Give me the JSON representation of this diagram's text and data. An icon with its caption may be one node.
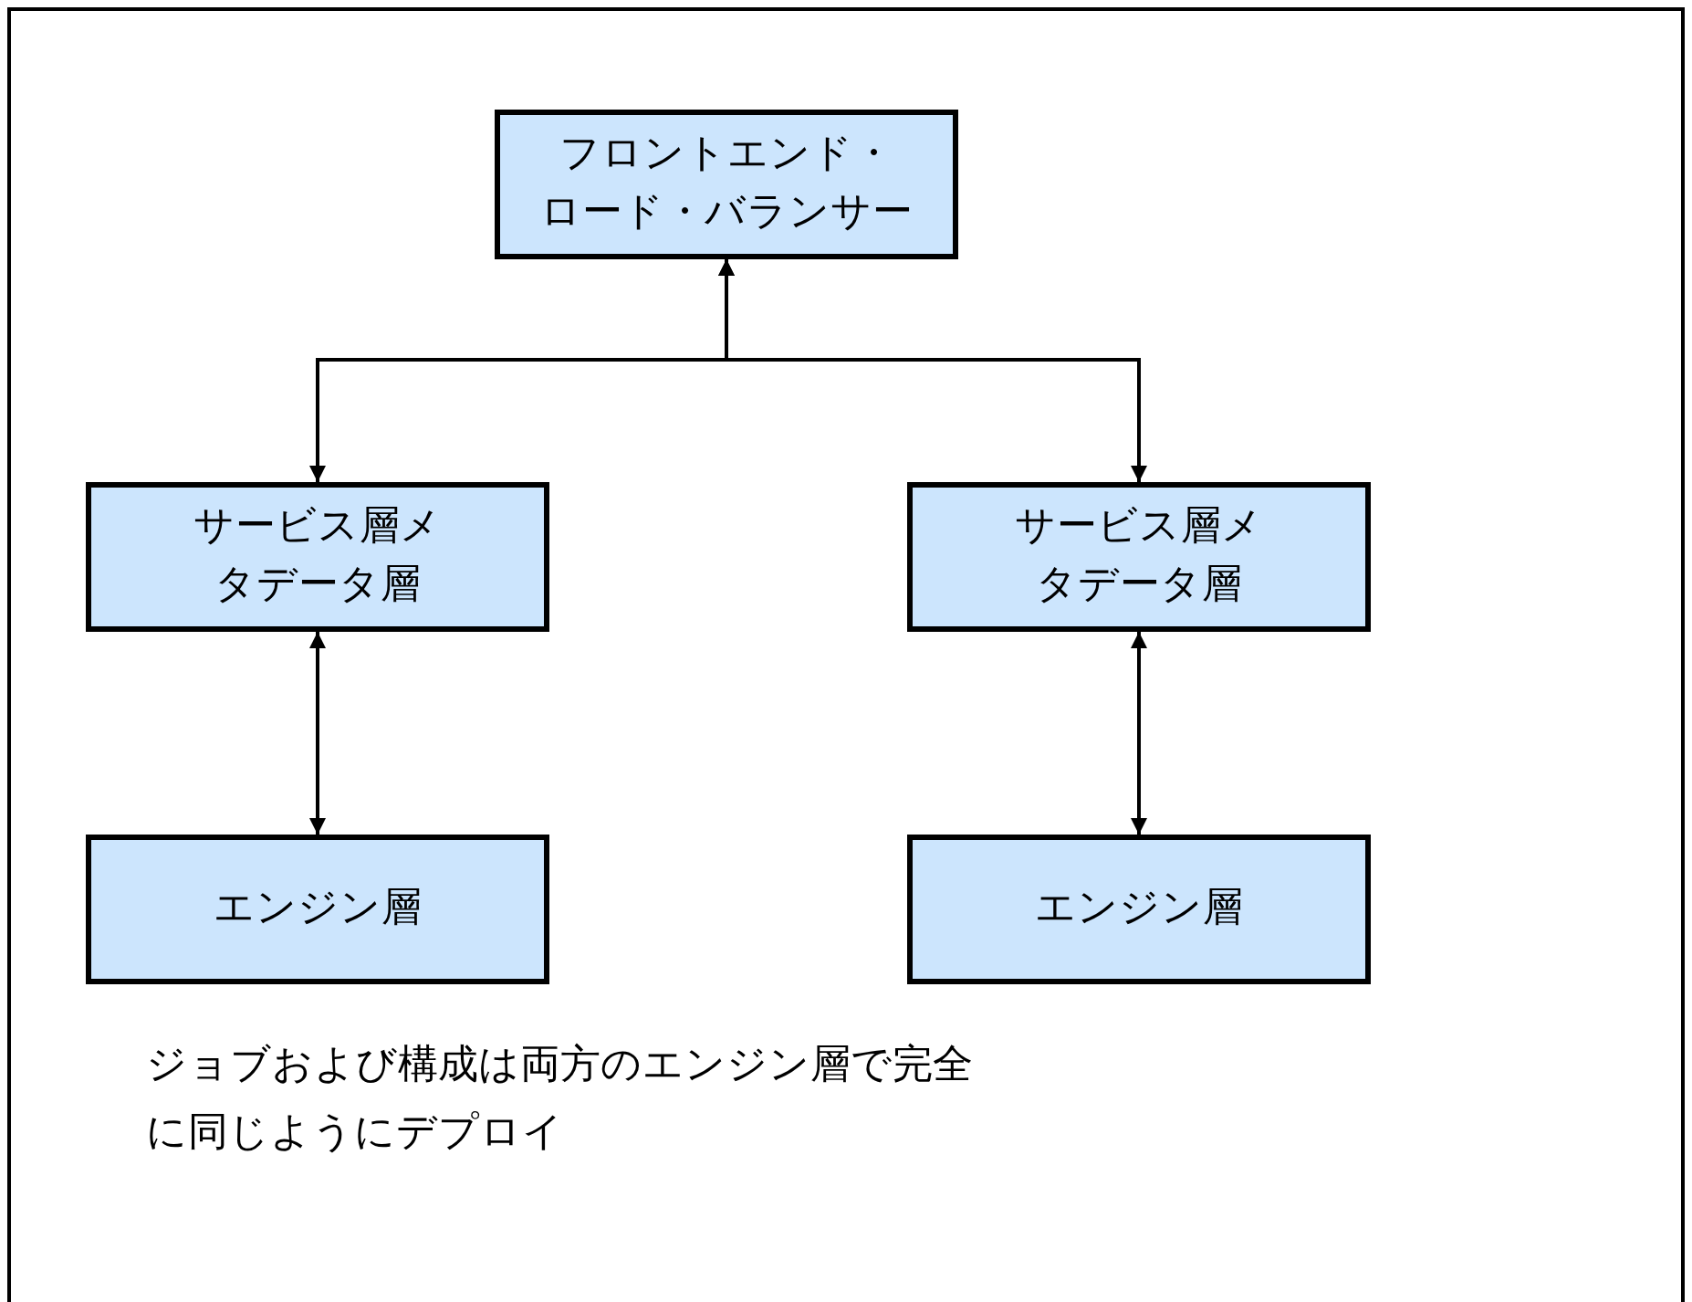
{
  "diagram": {
    "nodes": [
      {
        "text": [
          "フロントエンド・ロード・バランサー"
        ]
      },
      {
        "text": [
          "サービス層メタデータ層"
        ]
      },
      {
        "text": [
          "サービス層メタデータ層"
        ]
      },
      {
        "text": [
          "エンジン層"
        ]
      },
      {
        "text": [
          "エンジン層"
        ]
      }
    ],
    "edges": [
      {
        "from": 0,
        "to": 1,
        "arrow": "both"
      },
      {
        "from": 0,
        "to": 2,
        "arrow": "both"
      },
      {
        "from": 1,
        "to": 3,
        "arrow": "both"
      },
      {
        "from": 2,
        "to": 4,
        "arrow": "both"
      }
    ],
    "labels": [
      "ジョブおよび構成は両方のエンジン層で完全に同じようにデプロイ"
    ]
  }
}
